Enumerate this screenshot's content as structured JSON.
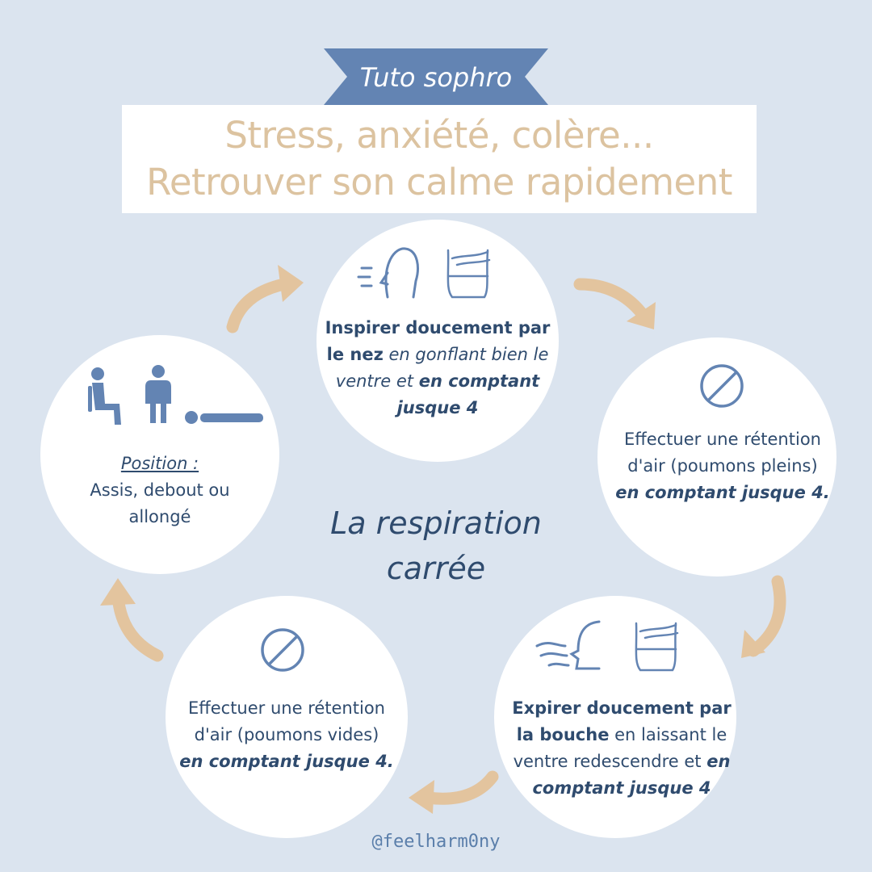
{
  "banner": {
    "label": "Tuto sophro"
  },
  "title": {
    "line1": "Stress, anxiété, colère...",
    "line2": "Retrouver son calme rapidement"
  },
  "center_title": {
    "line1": "La respiration",
    "line2": "carrée"
  },
  "steps": {
    "inhale": {
      "bold": "Inspirer doucement par le nez",
      "italic": " en gonflant bien le ventre et ",
      "bold_italic": "en comptant jusque 4",
      "icons": [
        "inhale-face-icon",
        "hands-on-belly-icon"
      ]
    },
    "hold_full": {
      "text": "Effectuer une rétention d'air (poumons pleins)",
      "bold_italic": "en comptant jusque 4.",
      "icons": [
        "prohibited-icon"
      ]
    },
    "exhale": {
      "bold1": "Expirer doucement par la bouche",
      "text": " en laissant le ventre redescendre et ",
      "bold_italic": "en comptant jusque 4",
      "icons": [
        "exhale-face-icon",
        "hands-on-belly-icon"
      ]
    },
    "hold_empty": {
      "text": "Effectuer une rétention d'air (poumons vides)",
      "bold_italic": "en comptant jusque 4.",
      "icons": [
        "prohibited-icon"
      ]
    },
    "position": {
      "label": "Position :",
      "text": "Assis, debout ou allongé",
      "icons": [
        "seated-person-icon",
        "standing-person-icon",
        "lying-person-icon"
      ]
    }
  },
  "footer": {
    "handle": "@feelharm0ny"
  },
  "colors": {
    "background": "#dbe4ef",
    "banner": "#6384b3",
    "title_text": "#dcc3a0",
    "arrow": "#e3c49e",
    "text": "#2f4b6e",
    "icon": "#6384b3"
  }
}
